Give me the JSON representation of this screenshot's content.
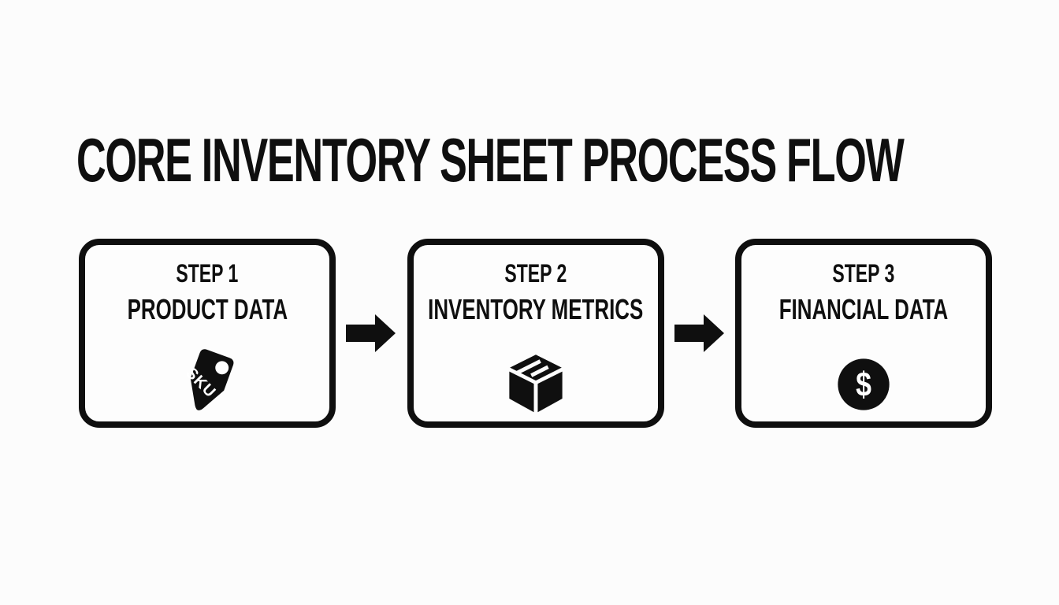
{
  "colors": {
    "background": "#fcfcfc",
    "ink": "#0f0f0f",
    "icon_text": "#ffffff"
  },
  "title": "CORE INVENTORY SHEET PROCESS FLOW",
  "steps": [
    {
      "label": "STEP 1",
      "name": "PRODUCT DATA",
      "icon": "sku-tag-icon",
      "icon_text": "SKU"
    },
    {
      "label": "STEP 2",
      "name": "INVENTORY METRICS",
      "icon": "package-box-icon",
      "icon_text": ""
    },
    {
      "label": "STEP 3",
      "name": "FINANCIAL DATA",
      "icon": "dollar-circle-icon",
      "icon_text": "$"
    }
  ],
  "connectors": [
    {
      "type": "arrow-right"
    },
    {
      "type": "arrow-right"
    }
  ]
}
